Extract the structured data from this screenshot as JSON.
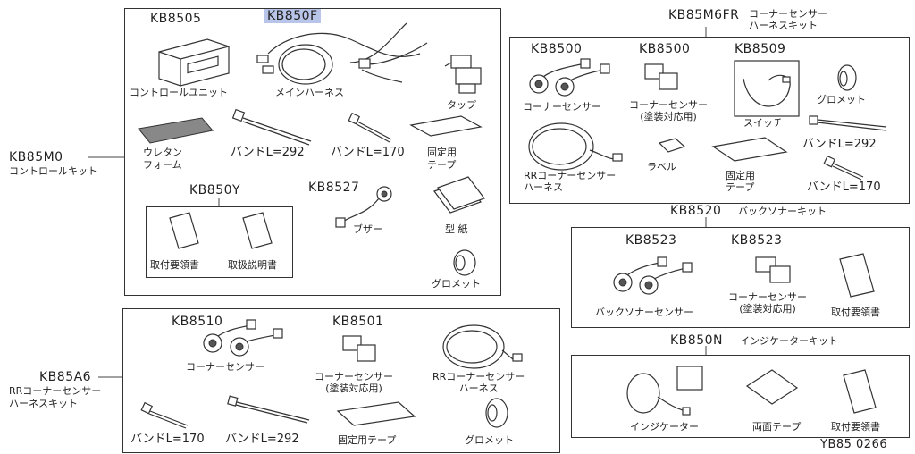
{
  "groups": {
    "control_kit": {
      "code": "KB85M0",
      "name": "コントロールキット",
      "parts": {
        "control_unit": {
          "code": "KB8505",
          "name": "コントロールユニット"
        },
        "main_harness": {
          "code": "KB850F",
          "name": "メインハーネス"
        },
        "tap": {
          "name": "タップ"
        },
        "urethane_foam": {
          "name": "ウレタン\nフォーム"
        },
        "band_292": {
          "name": "バンドL=292"
        },
        "band_170": {
          "name": "バンドL=170"
        },
        "fixing_tape": {
          "name": "固定用\nテープ"
        },
        "buzzer": {
          "code": "KB8527",
          "name": "ブザー"
        },
        "template": {
          "name": "型 紙"
        },
        "grommet": {
          "name": "グロメット"
        }
      },
      "doc_set": {
        "code": "KB850Y",
        "install_manual": "取付要領書",
        "user_manual": "取扱説明書"
      }
    },
    "rr_harness_kit": {
      "code": "KB85M6FR",
      "name": "コーナーセンサー\nハーネスキット",
      "parts": {
        "corner_sensor": {
          "code": "KB8500",
          "name": "コーナーセンサー"
        },
        "corner_sensor_painted": {
          "code": "KB8500",
          "name": "コーナーセンサー\n(塗装対応用)"
        },
        "switch": {
          "code": "KB8509",
          "name": "スイッチ"
        },
        "grommet": {
          "name": "グロメット"
        },
        "rr_harness": {
          "name": "RRコーナーセンサー\nハーネス"
        },
        "label": {
          "name": "ラベル"
        },
        "fixing_tape": {
          "name": "固定用\nテープ"
        },
        "band_292": {
          "name": "バンドL=292"
        },
        "band_170": {
          "name": "バンドL=170"
        }
      }
    },
    "back_sonar_kit": {
      "code": "KB8520",
      "name": "バックソナーキット",
      "parts": {
        "back_sonar_sensor": {
          "code": "KB8523",
          "name": "バックソナーセンサー"
        },
        "corner_sensor_painted": {
          "code": "KB8523",
          "name": "コーナーセンサー\n(塗装対応用)"
        },
        "install_manual": {
          "name": "取付要領書"
        }
      }
    },
    "indicator_kit": {
      "code": "KB850N",
      "name": "インジケーターキット",
      "parts": {
        "indicator": {
          "name": "インジケーター"
        },
        "double_tape": {
          "name": "両面テープ"
        },
        "install_manual": {
          "name": "取付要領書"
        }
      }
    },
    "rr_corner_harness_kit": {
      "code": "KB85A6",
      "name": "RRコーナーセンサー\nハーネスキット",
      "parts": {
        "corner_sensor": {
          "code": "KB8510",
          "name": "コーナーセンサー"
        },
        "corner_sensor_painted": {
          "code": "KB8501",
          "name": "コーナーセンサー\n(塗装対応用)"
        },
        "rr_harness": {
          "name": "RRコーナーセンサー\nハーネス"
        },
        "band_170": {
          "name": "バンドL=170"
        },
        "band_292": {
          "name": "バンドL=292"
        },
        "fixing_tape": {
          "name": "固定用テープ"
        },
        "grommet": {
          "name": "グロメット"
        }
      }
    }
  },
  "figure_id": "YB85 0266",
  "colors": {
    "highlight": "#b8c4e8",
    "line": "#333333"
  }
}
